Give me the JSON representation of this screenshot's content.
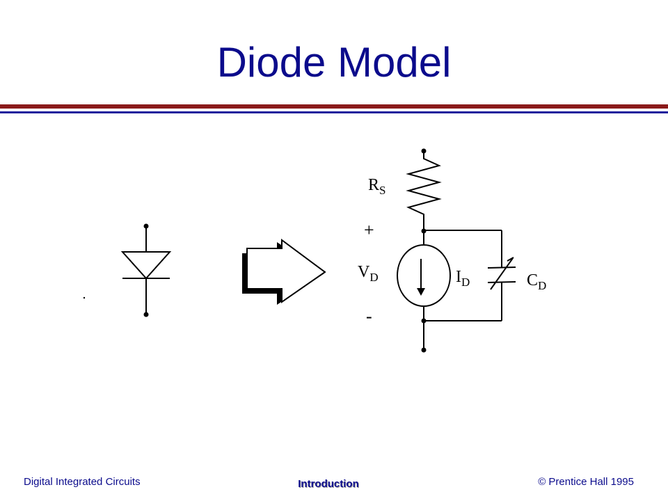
{
  "slide": {
    "title": "Diode Model"
  },
  "circuit": {
    "rs_main": "R",
    "rs_sub": "S",
    "plus_sign": "+",
    "minus_sign": "-",
    "vd_main": "V",
    "vd_sub": "D",
    "id_main": "I",
    "id_sub": "D",
    "cd_main": "C",
    "cd_sub": "D"
  },
  "footer": {
    "left": "Digital Integrated Circuits",
    "center": "Introduction",
    "right": "© Prentice Hall 1995"
  },
  "colors": {
    "title": "#0b0b8c",
    "bar_red": "#8b1a1a",
    "bar_blue": "#1c1c9c"
  }
}
